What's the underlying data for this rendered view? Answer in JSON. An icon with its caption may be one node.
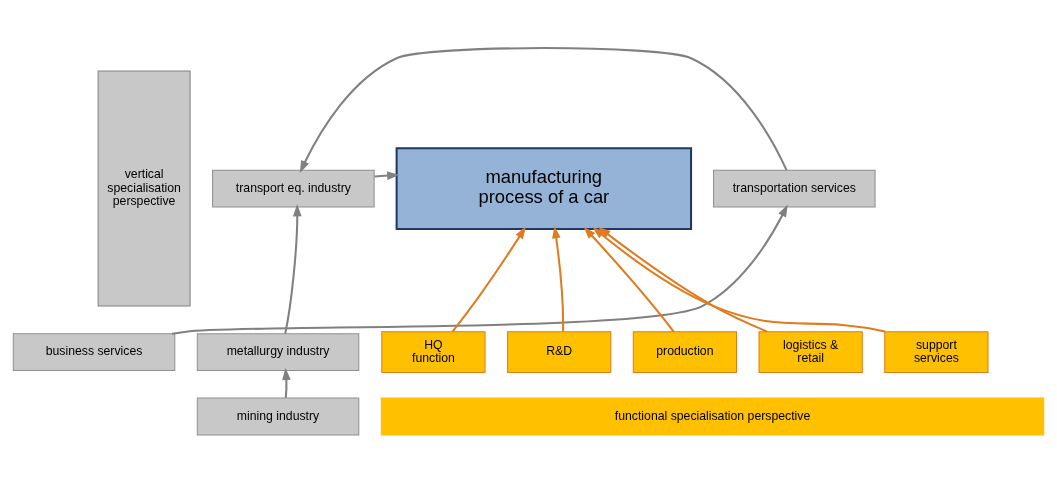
{
  "diagram": {
    "nodes": [
      {
        "text": [
          "vertical specialisation perspective"
        ]
      },
      {
        "text": [
          "business services"
        ]
      },
      {
        "text": [
          "transportation services"
        ]
      },
      {
        "text": [
          "transport eq. industry"
        ]
      },
      {
        "text": [
          "metallurgy industry"
        ]
      },
      {
        "text": [
          "mining industry"
        ]
      },
      {
        "text": [
          "manufacturing process of a car"
        ]
      },
      {
        "text": [
          "HQ function"
        ]
      },
      {
        "text": [
          "R&D"
        ]
      },
      {
        "text": [
          "production"
        ]
      },
      {
        "text": [
          "logistics & retail"
        ]
      },
      {
        "text": [
          "support services"
        ]
      },
      {
        "text": [
          "functional specialisation perspective"
        ]
      }
    ],
    "edges": [
      {
        "from": 1,
        "to": 2,
        "arrow": "to",
        "color": "#808080"
      },
      {
        "from": 2,
        "to": 3,
        "arrow": "to",
        "color": "#808080"
      },
      {
        "from": 5,
        "to": 4,
        "arrow": "to",
        "color": "#808080"
      },
      {
        "from": 4,
        "to": 3,
        "arrow": "to",
        "color": "#808080"
      },
      {
        "from": 3,
        "to": 6,
        "arrow": "to",
        "color": "#808080"
      },
      {
        "from": 7,
        "to": 6,
        "arrow": "to",
        "color": "#e07b20"
      },
      {
        "from": 8,
        "to": 6,
        "arrow": "to",
        "color": "#e07b20"
      },
      {
        "from": 9,
        "to": 6,
        "arrow": "to",
        "color": "#e07b20"
      },
      {
        "from": 10,
        "to": 6,
        "arrow": "to",
        "color": "#e07b20"
      },
      {
        "from": 11,
        "to": 6,
        "arrow": "to",
        "color": "#e07b20"
      }
    ]
  }
}
